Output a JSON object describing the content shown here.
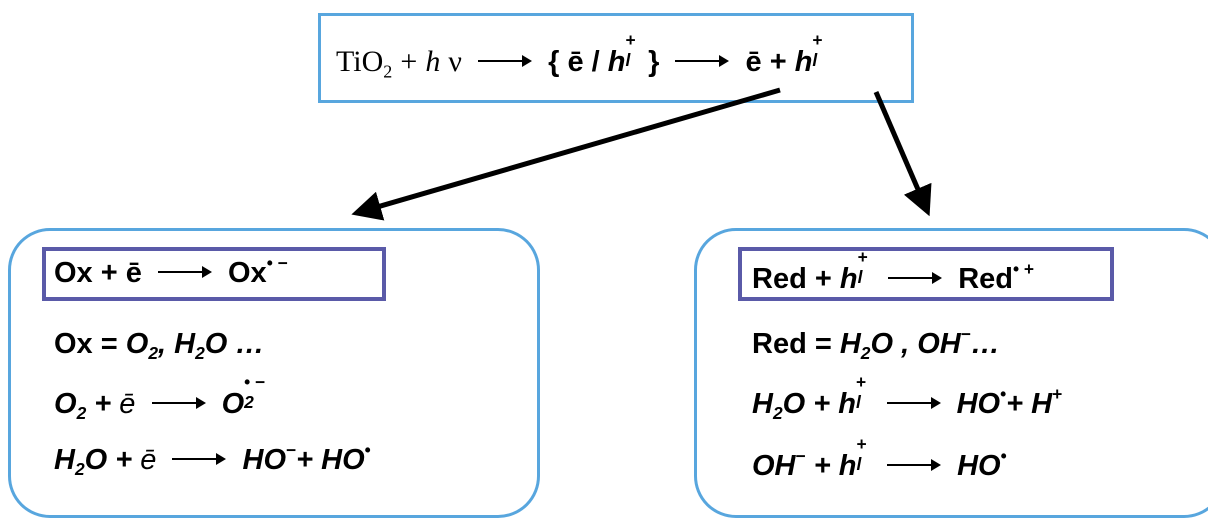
{
  "top": {
    "tio2": "TiO",
    "two": "2",
    "plus": "+",
    "h": "h",
    "nu": "ν",
    "brace_open": "{",
    "e": "ē",
    "slash": "/",
    "h_sym": "h",
    "l": "l",
    "plus_sup": "+",
    "brace_close": "}",
    "e2": "ē",
    "plus2": "+",
    "h2": "h",
    "l2": "l",
    "plus_sup2": "+"
  },
  "left": {
    "box_eq": {
      "a": "Ox + ē",
      "b": "Ox",
      "b_sup": "• −"
    },
    "line1": {
      "a": "Ox = ",
      "o": "O",
      "o_sub": "2",
      "rest": ", ",
      "h": "H",
      "h_sub": "2",
      "rest2": "O …"
    },
    "line2": {
      "a": "O",
      "a_sub": "2",
      "b": " + ",
      "e": "ē",
      "c": "O",
      "c_sub": "2",
      "c_sup": "• −"
    },
    "line3": {
      "a": "H",
      "a_sub": "2",
      "b": "O + ",
      "e": "ē",
      "c": "HO",
      "c_sup": "−",
      "d": "+  HO",
      "d_sup": "•"
    }
  },
  "right": {
    "box_eq": {
      "a": "Red + ",
      "h": "h",
      "l": "l",
      "plus": "+",
      "b": "Red",
      "b_sup": "• +"
    },
    "line1": {
      "a": "Red = ",
      "h": "H",
      "h_sub": "2",
      "rest": "O , OH",
      "rest_sup": "−",
      "rest2": "…"
    },
    "line2": {
      "a": "H",
      "a_sub": "2",
      "b": "O + ",
      "h": "h",
      "l": "l",
      "plus": "+",
      "c": "HO",
      "c_sup": "•",
      "d": "+  H",
      "d_sup": "+"
    },
    "line3": {
      "a": "OH",
      "a_sup": "−",
      "b": " + ",
      "h": "h",
      "l": "l",
      "plus": "+",
      "c": "HO",
      "c_sup": "•"
    }
  },
  "colors": {
    "box_border": "#58a6de",
    "highlight_border": "#5a5aa8",
    "arrow": "#000000"
  }
}
